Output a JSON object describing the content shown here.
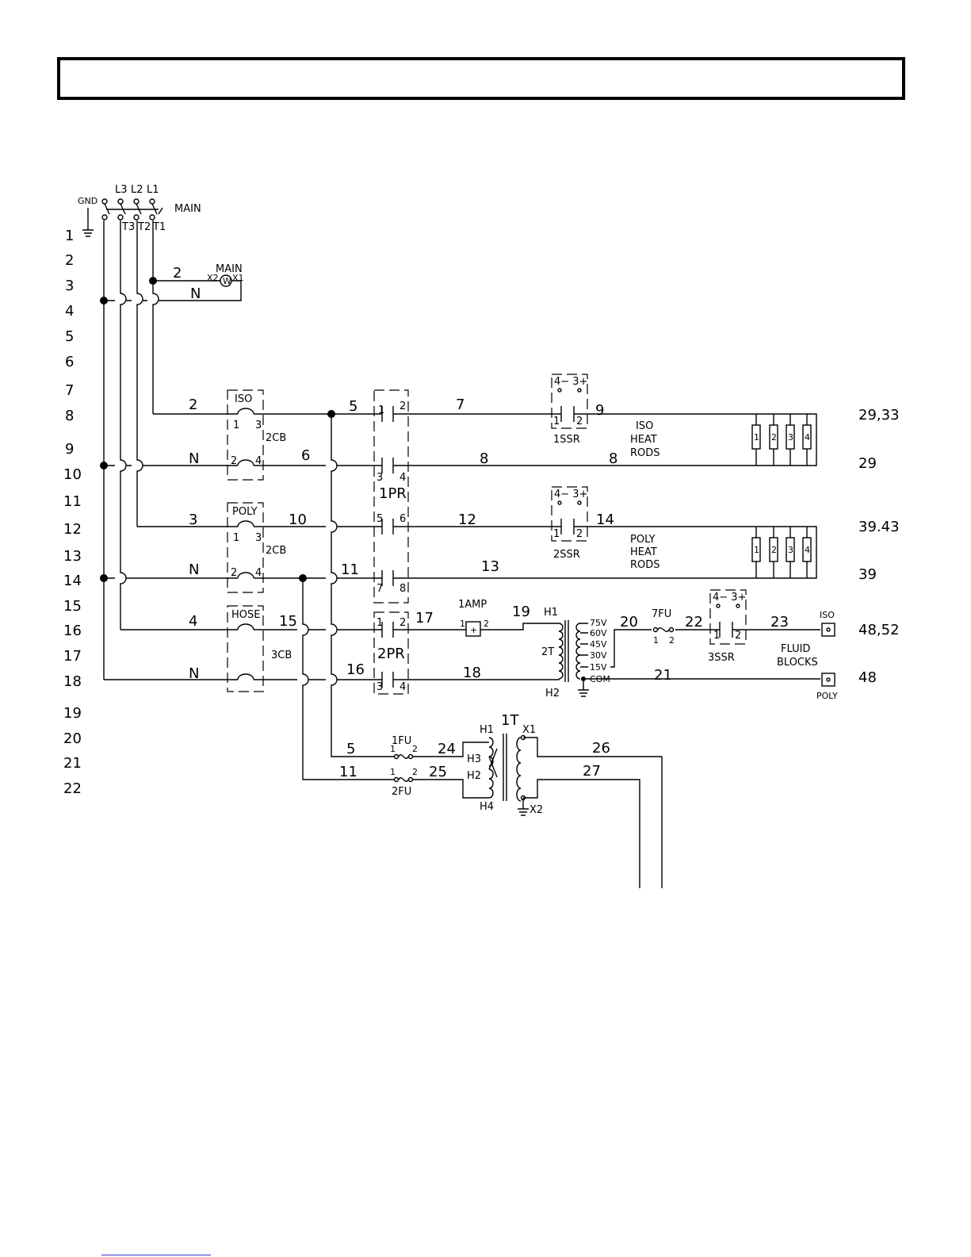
{
  "header": {
    "title": ""
  },
  "rungs": [
    "1",
    "2",
    "3",
    "4",
    "5",
    "6",
    "7",
    "8",
    "9",
    "10",
    "11",
    "12",
    "13",
    "14",
    "15",
    "16",
    "17",
    "18",
    "19",
    "20",
    "21",
    "22"
  ],
  "supply": {
    "gnd": "GND",
    "l3": "L3",
    "l2": "L2",
    "l1": "L1",
    "t3": "T3",
    "t2": "T2",
    "t1": "T1",
    "main": "MAIN"
  },
  "main_light": {
    "label": "MAIN",
    "x2": "X2",
    "x1": "X1",
    "w": "W"
  },
  "wires": {
    "w2_top": "2",
    "n_top": "N",
    "w2": "2",
    "w5": "5",
    "w7": "7",
    "w9": "9",
    "n1": "N",
    "w6": "6",
    "w8a": "8",
    "w8b": "8",
    "w3": "3",
    "w10": "10",
    "w12": "12",
    "w14": "14",
    "n2": "N",
    "w11": "11",
    "w13": "13",
    "w4": "4",
    "w15": "15",
    "w17": "17",
    "w19": "19",
    "w20": "20",
    "w22": "22",
    "w23": "23",
    "n3": "N",
    "w16": "16",
    "w18": "18",
    "w21": "21",
    "w5b": "5",
    "w24": "24",
    "w26": "26",
    "w11b": "11",
    "w25": "25",
    "w27": "27"
  },
  "breakers": {
    "iso": "ISO",
    "poly": "POLY",
    "hose": "HOSE",
    "cb2a": "2CB",
    "cb2b": "2CB",
    "cb3": "3CB",
    "pins": {
      "p1": "1",
      "p3": "3",
      "p2": "2",
      "p4": "4",
      "q1": "1",
      "q3": "3",
      "q2": "2",
      "q4": "4"
    }
  },
  "relays": {
    "pr1": "1PR",
    "pr2": "2PR",
    "pins": {
      "a1": "1",
      "a2": "2",
      "a3": "3",
      "a4": "4",
      "a5": "5",
      "a6": "6",
      "a7": "7",
      "a8": "8",
      "b1": "1",
      "b2": "2",
      "b3": "3",
      "b4": "4"
    }
  },
  "ssr": {
    "s1": "1SSR",
    "s2": "2SSR",
    "s3": "3SSR",
    "top": "4− 3+",
    "top2": "4− 3+",
    "top3": "4− 3+",
    "p1": "1",
    "p2": "2",
    "q1": "1",
    "q2": "2",
    "r1": "1",
    "r2": "2"
  },
  "heaters": {
    "iso_label": [
      "ISO",
      "HEAT",
      "RODS"
    ],
    "poly_label": [
      "POLY",
      "HEAT",
      "RODS"
    ],
    "nums": [
      "1",
      "2",
      "3",
      "4"
    ]
  },
  "cross_refs": {
    "r1": "29,33",
    "r2": "29",
    "r3": "39.43",
    "r4": "39",
    "r5": "48,52",
    "r6": "48"
  },
  "amp": {
    "label": "1AMP",
    "p1": "1",
    "p2": "2",
    "sym": "+"
  },
  "t2": {
    "label": "2T",
    "h1": "H1",
    "h2": "H2",
    "taps": [
      "75V",
      "60V",
      "45V",
      "30V",
      "15V",
      "COM"
    ]
  },
  "fuses": {
    "f7": "7FU",
    "f1": "1FU",
    "f2": "2FU",
    "p1": "1",
    "p2": "2"
  },
  "fluid": {
    "iso": "ISO",
    "poly": "POLY",
    "label1": "FLUID",
    "label2": "BLOCKS"
  },
  "t1": {
    "label": "1T",
    "h1": "H1",
    "h2": "H2",
    "h3": "H3",
    "h4": "H4",
    "x1": "X1",
    "x2": "X2"
  }
}
